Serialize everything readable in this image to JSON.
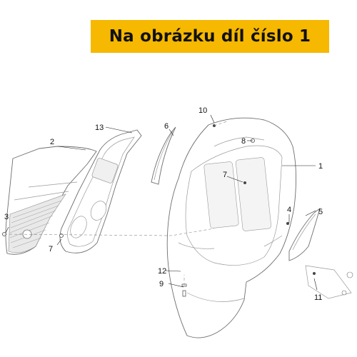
{
  "banner": {
    "text": "Na obrázku díl číslo 1",
    "color": "#f6b800"
  },
  "callouts": [
    "1",
    "2",
    "3",
    "4",
    "5",
    "6",
    "7",
    "7",
    "8",
    "9",
    "10",
    "11",
    "12",
    "13"
  ],
  "icons": [
    "front-shield-part",
    "inner-panel-part",
    "lower-grille-part",
    "side-strip-part",
    "side-trim-part",
    "screw-part",
    "clip-part"
  ]
}
